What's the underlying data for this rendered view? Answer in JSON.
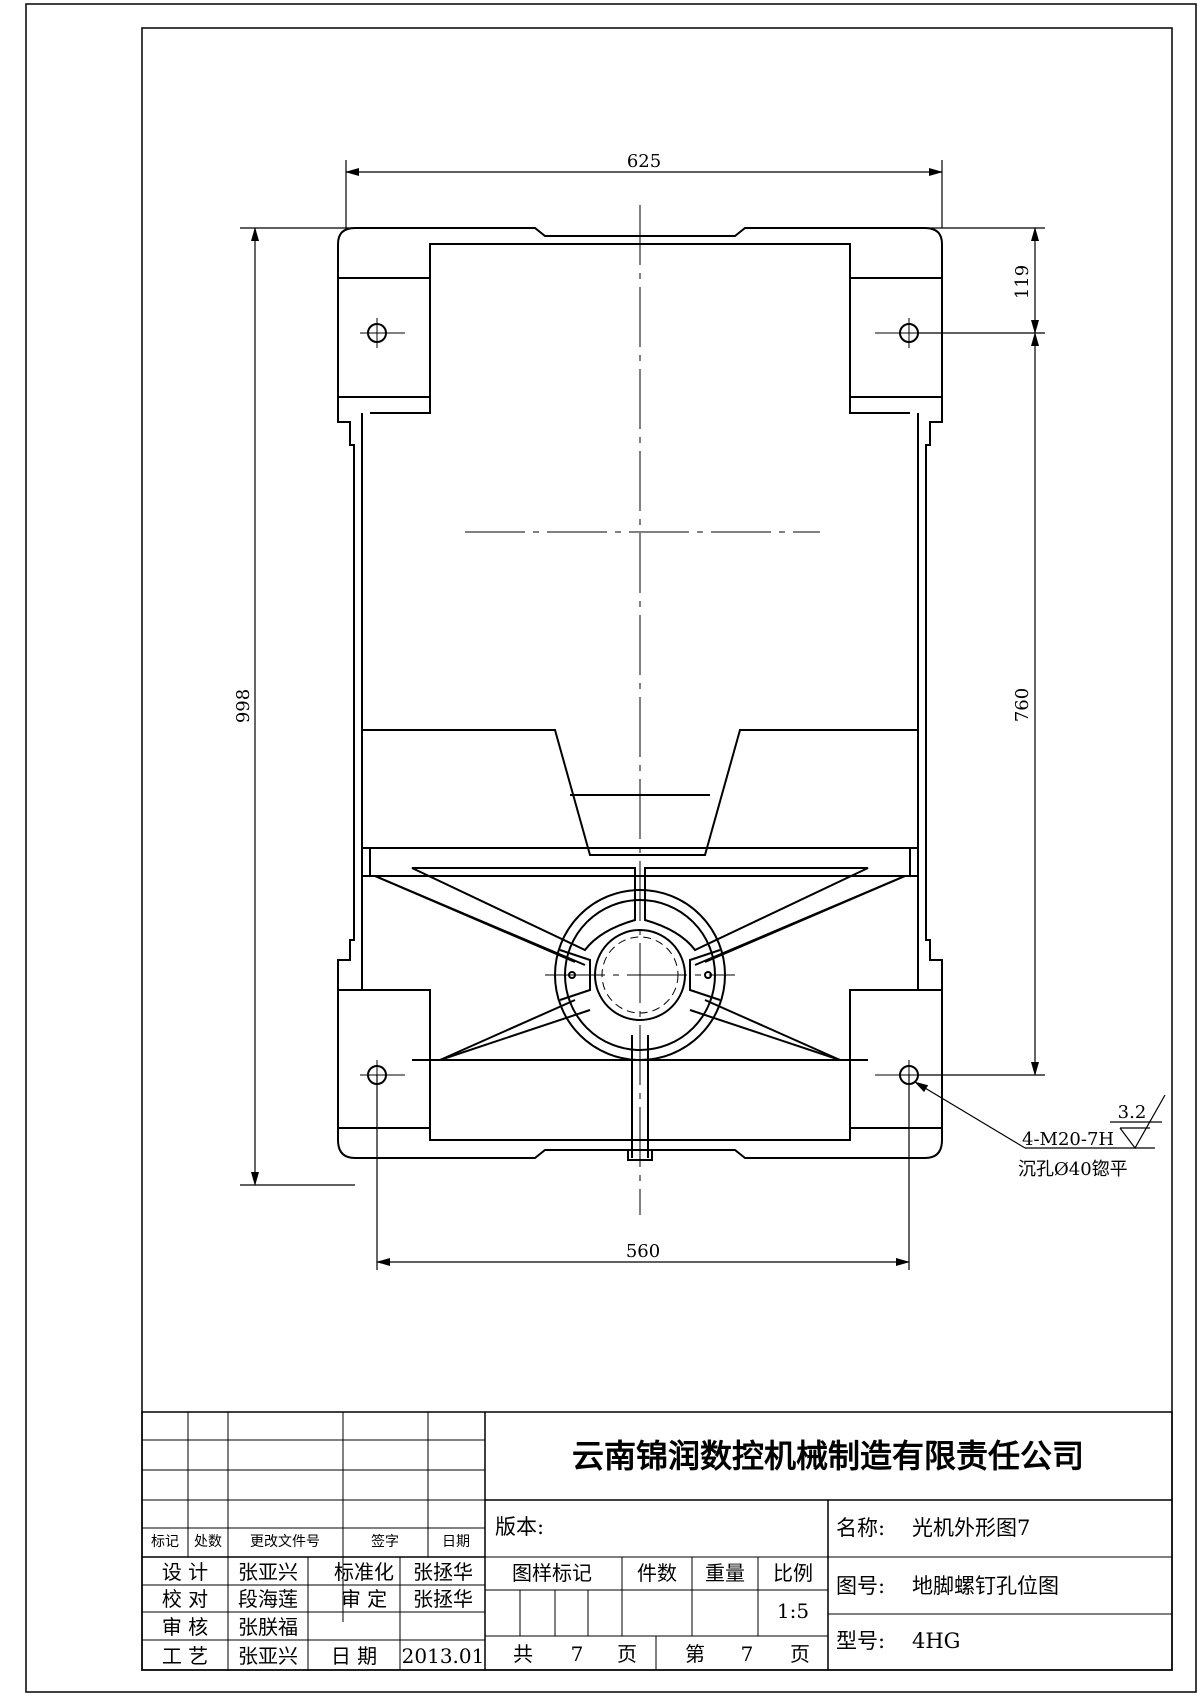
{
  "dimensions": {
    "overall_width": "625",
    "overall_height": "998",
    "top_offset": "119",
    "hole_spacing_vertical": "760",
    "hole_spacing_horizontal": "560"
  },
  "callout": {
    "surface_finish": "3.2",
    "thread_spec": "4-M20-7H",
    "counterbore": "沉孔Ø40锪平"
  },
  "title_block": {
    "company": "云南锦润数控机械制造有限责任公司",
    "revision_headers": {
      "mark": "标记",
      "count": "处数",
      "change_doc": "更改文件号",
      "signature": "签字",
      "date": "日期"
    },
    "roles": {
      "design_label": "设 计",
      "design_name": "张亚兴",
      "standardize_label": "标准化",
      "standardize_name": "张拯华",
      "check_label": "校 对",
      "check_name": "段海莲",
      "approve_label": "审 定",
      "approve_name": "张拯华",
      "review_label": "审 核",
      "review_name": "张朕福",
      "process_label": "工 艺",
      "process_name": "张亚兴",
      "date_label": "日 期",
      "date_value": "2013.01"
    },
    "version_label": "版本:",
    "sample_mark_label": "图样标记",
    "quantity_label": "件数",
    "weight_label": "重量",
    "scale_label": "比例",
    "scale_value": "1:5",
    "total_label": "共",
    "total_pages": "7",
    "page_unit": "页",
    "sheet_label": "第",
    "sheet_number": "7",
    "name_label": "名称:",
    "name_value": "光机外形图7",
    "drawing_no_label": "图号:",
    "drawing_no_value": "地脚螺钉孔位图",
    "model_label": "型号:",
    "model_value": "4HG"
  }
}
